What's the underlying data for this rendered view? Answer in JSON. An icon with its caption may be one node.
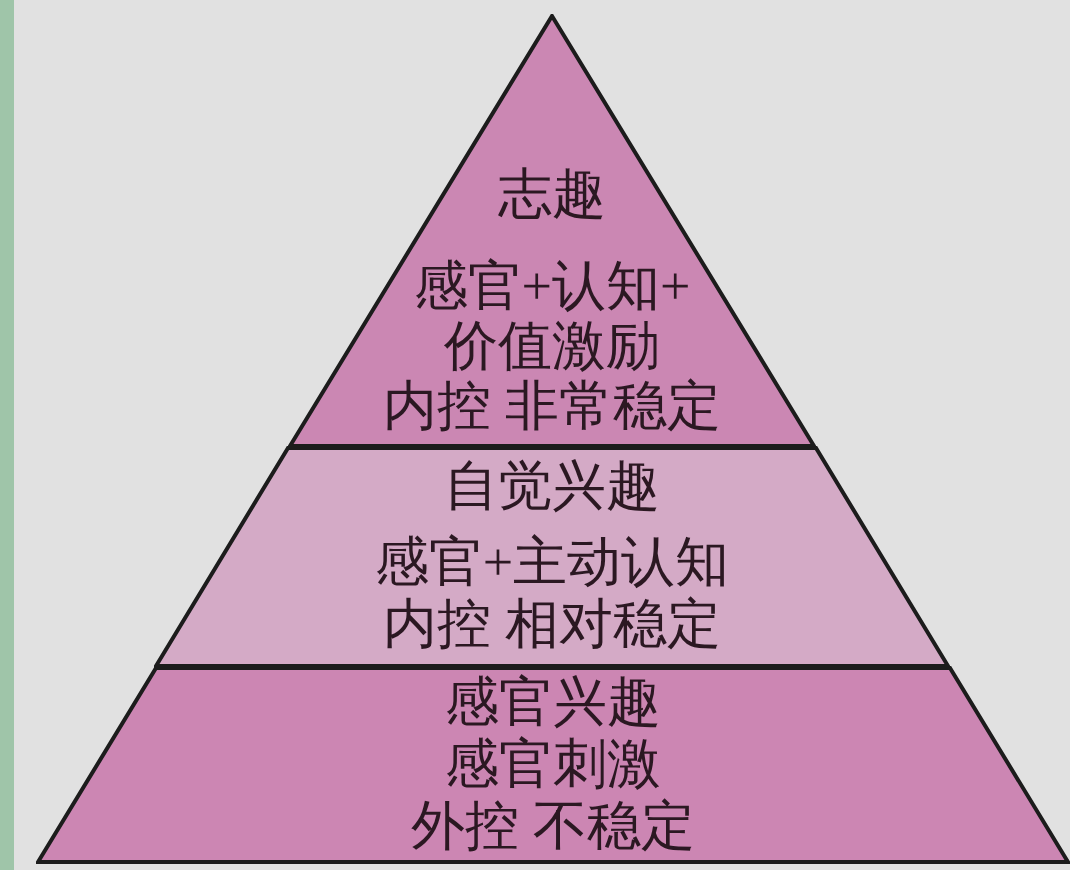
{
  "diagram": {
    "nodes": [
      {
        "text": [
          "志趣",
          "感官+认知+价值激励",
          "内控 非常稳定"
        ]
      },
      {
        "text": [
          "自觉兴趣",
          "感官+主动认知",
          "内控 相对稳定"
        ]
      },
      {
        "text": [
          "感官兴趣",
          "感官刺激",
          "外控 不稳定"
        ]
      }
    ]
  }
}
